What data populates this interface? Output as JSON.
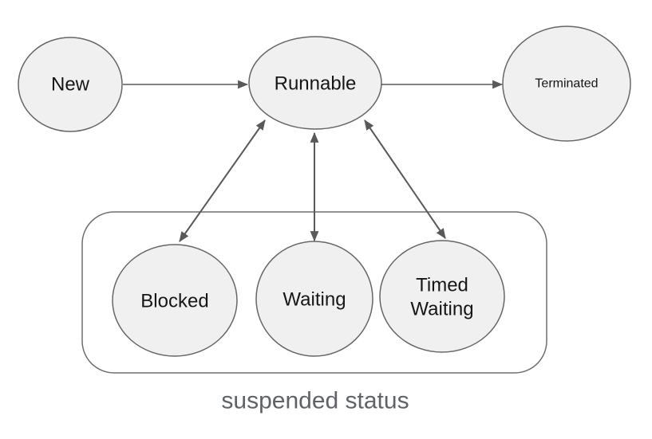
{
  "diagram": {
    "type": "state-diagram",
    "nodes": {
      "new": {
        "label": "New"
      },
      "runnable": {
        "label": "Runnable"
      },
      "terminated": {
        "label": "Terminated"
      },
      "blocked": {
        "label": "Blocked"
      },
      "waiting": {
        "label": "Waiting"
      },
      "timed_waiting": {
        "label": "Timed Waiting",
        "line1": "Timed",
        "line2": "Waiting"
      }
    },
    "group": {
      "caption": "suspended status",
      "members": [
        "Blocked",
        "Waiting",
        "Timed Waiting"
      ]
    },
    "edges": [
      {
        "from": "New",
        "to": "Runnable",
        "type": "directed"
      },
      {
        "from": "Runnable",
        "to": "Terminated",
        "type": "directed"
      },
      {
        "from": "Runnable",
        "to": "Blocked",
        "type": "bidirectional"
      },
      {
        "from": "Runnable",
        "to": "Waiting",
        "type": "bidirectional"
      },
      {
        "from": "Runnable",
        "to": "Timed Waiting",
        "type": "bidirectional"
      }
    ],
    "colors": {
      "background": "#ffffff",
      "node_fill": "#f0f0f0",
      "node_stroke": "#666666",
      "edge_stroke": "#595959",
      "group_stroke": "#6e6e6e",
      "label_text": "#161616",
      "caption_text": "#5f6368"
    }
  }
}
